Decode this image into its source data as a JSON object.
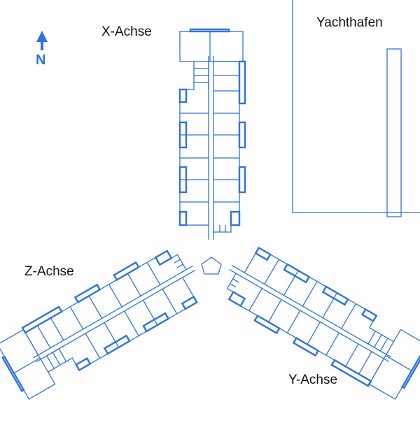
{
  "labels": {
    "x_axis": "X-Achse",
    "y_axis": "Y-Achse",
    "z_axis": "Z-Achse",
    "harbor": "Yachthafen",
    "north": "N"
  },
  "colors": {
    "plan": "#2f72e0",
    "text": "#111111"
  }
}
